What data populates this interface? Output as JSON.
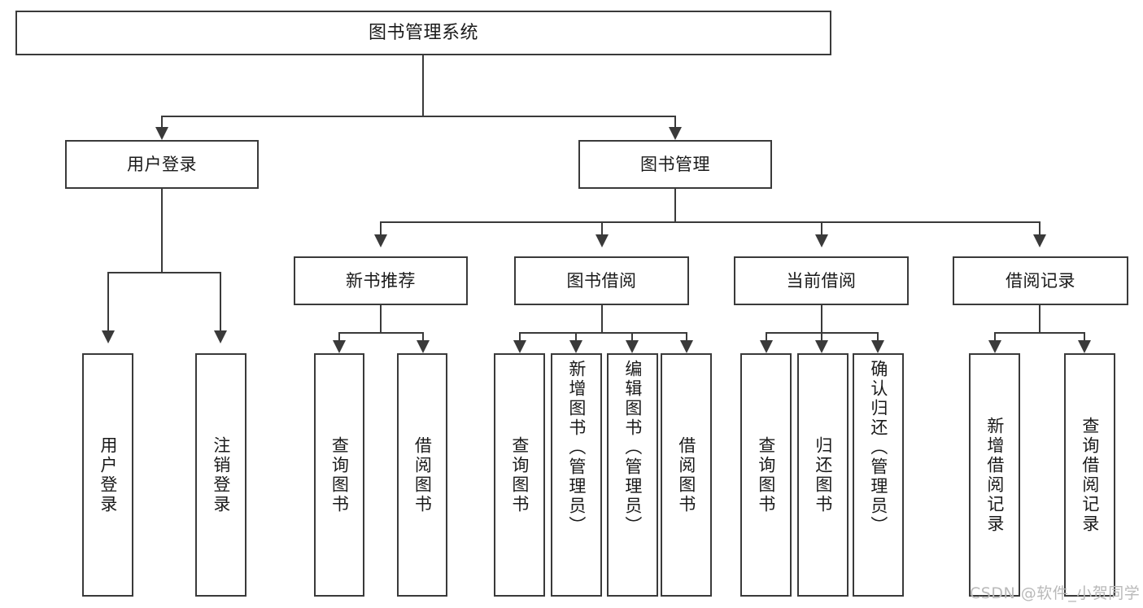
{
  "diagram": {
    "title_node": {
      "label": "图书管理系统"
    },
    "level2": [
      {
        "id": "user-login",
        "label": "用户登录"
      },
      {
        "id": "book-management",
        "label": "图书管理"
      }
    ],
    "level3": [
      {
        "id": "new-book-recommend",
        "label": "新书推荐"
      },
      {
        "id": "book-borrow",
        "label": "图书借阅"
      },
      {
        "id": "current-borrow",
        "label": "当前借阅"
      },
      {
        "id": "borrow-record",
        "label": "借阅记录"
      }
    ],
    "leaves": {
      "user_login": [
        {
          "id": "leaf-user-login",
          "label": "用户登录"
        },
        {
          "id": "leaf-logout-login",
          "label": "注销登录"
        }
      ],
      "new_book_recommend": [
        {
          "id": "leaf-query-book-1",
          "label": "查询图书"
        },
        {
          "id": "leaf-borrow-book-1",
          "label": "借阅图书"
        }
      ],
      "book_borrow": [
        {
          "id": "leaf-query-book-2",
          "label": "查询图书"
        },
        {
          "id": "leaf-add-book",
          "label": "新增图书（管理员）"
        },
        {
          "id": "leaf-edit-book",
          "label": "编辑图书（管理员）"
        },
        {
          "id": "leaf-borrow-book-2",
          "label": "借阅图书"
        }
      ],
      "current_borrow": [
        {
          "id": "leaf-query-book-3",
          "label": "查询图书"
        },
        {
          "id": "leaf-return-book",
          "label": "归还图书"
        },
        {
          "id": "leaf-confirm-return",
          "label": "确认归还（管理员）"
        }
      ],
      "borrow_record": [
        {
          "id": "leaf-add-record",
          "label": "新增借阅记录"
        },
        {
          "id": "leaf-query-record",
          "label": "查询借阅记录"
        }
      ]
    }
  },
  "watermark": {
    "text": "CSDN @软件_小贺同学"
  },
  "colors": {
    "stroke": "#3a3a3a",
    "background": "#ffffff",
    "text": "#1a1a1a",
    "watermark": "#b9b9b9"
  }
}
